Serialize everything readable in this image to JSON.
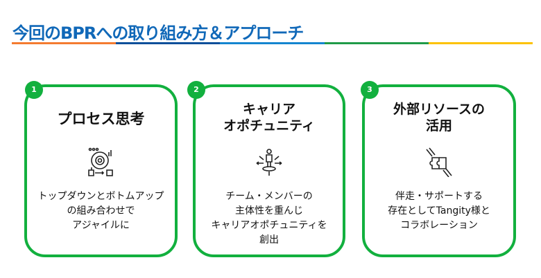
{
  "title": "今回のBPRへの取り組み方＆アプローチ",
  "rule_colors": [
    "#f47b30",
    "#0a4f9a",
    "#1485cf",
    "#1f9b48",
    "#fcc200"
  ],
  "cards": [
    {
      "number": "1",
      "title_lines": [
        "プロセス思考"
      ],
      "icon": "process-gear-icon",
      "body_lines": [
        "トップダウンとボトムアップ",
        "の組み合わせで",
        "アジャイルに"
      ]
    },
    {
      "number": "2",
      "title_lines": [
        "キャリア",
        "オポチュニティ"
      ],
      "icon": "person-directions-icon",
      "body_lines": [
        "チーム・メンバーの",
        "主体性を重んじ",
        "キャリアオポチュニティを",
        "創出"
      ]
    },
    {
      "number": "3",
      "title_lines": [
        "外部リソースの",
        "活用"
      ],
      "icon": "puzzle-hands-icon",
      "body_lines": [
        "伴走・サポートする",
        "存在としてTangity様と",
        "コラボレーション"
      ]
    }
  ]
}
